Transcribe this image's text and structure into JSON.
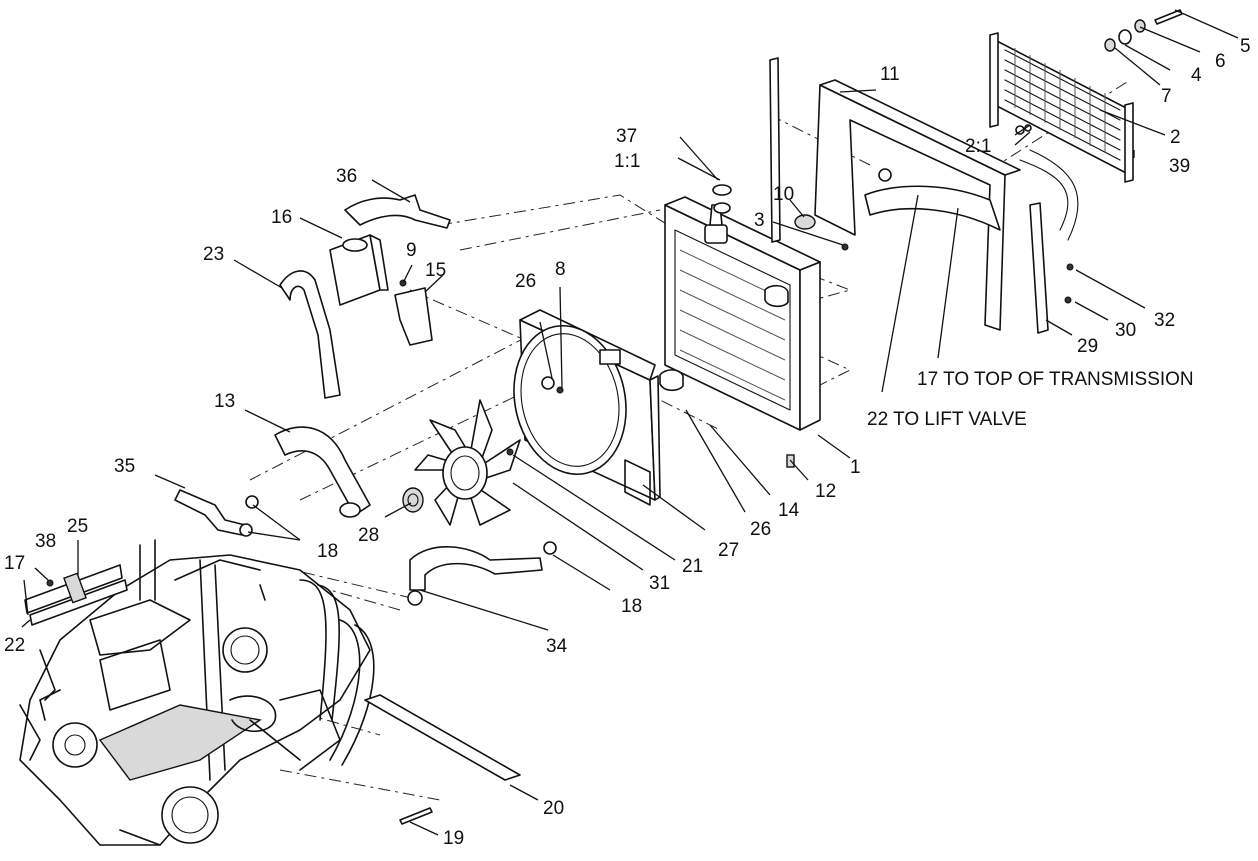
{
  "labels": {
    "l1": "1",
    "l1_1": "1:1",
    "l2": "2",
    "l2_1": "2:1",
    "l3": "3",
    "l4": "4",
    "l5": "5",
    "l6": "6",
    "l7": "7",
    "l8": "8",
    "l9": "9",
    "l10": "10",
    "l11": "11",
    "l12": "12",
    "l13": "13",
    "l14": "14",
    "l15": "15",
    "l16": "16",
    "l17": "17",
    "l18a": "18",
    "l18b": "18",
    "l19": "19",
    "l20": "20",
    "l21": "21",
    "l22": "22",
    "l23": "23",
    "l25": "25",
    "l26a": "26",
    "l26b": "26",
    "l27": "27",
    "l28": "28",
    "l29": "29",
    "l30": "30",
    "l31": "31",
    "l32": "32",
    "l34": "34",
    "l35": "35",
    "l36": "36",
    "l37": "37",
    "l38": "38",
    "l39": "39",
    "note17": "17 TO TOP OF TRANSMISSION",
    "note22": "22 TO LIFT VALVE"
  }
}
